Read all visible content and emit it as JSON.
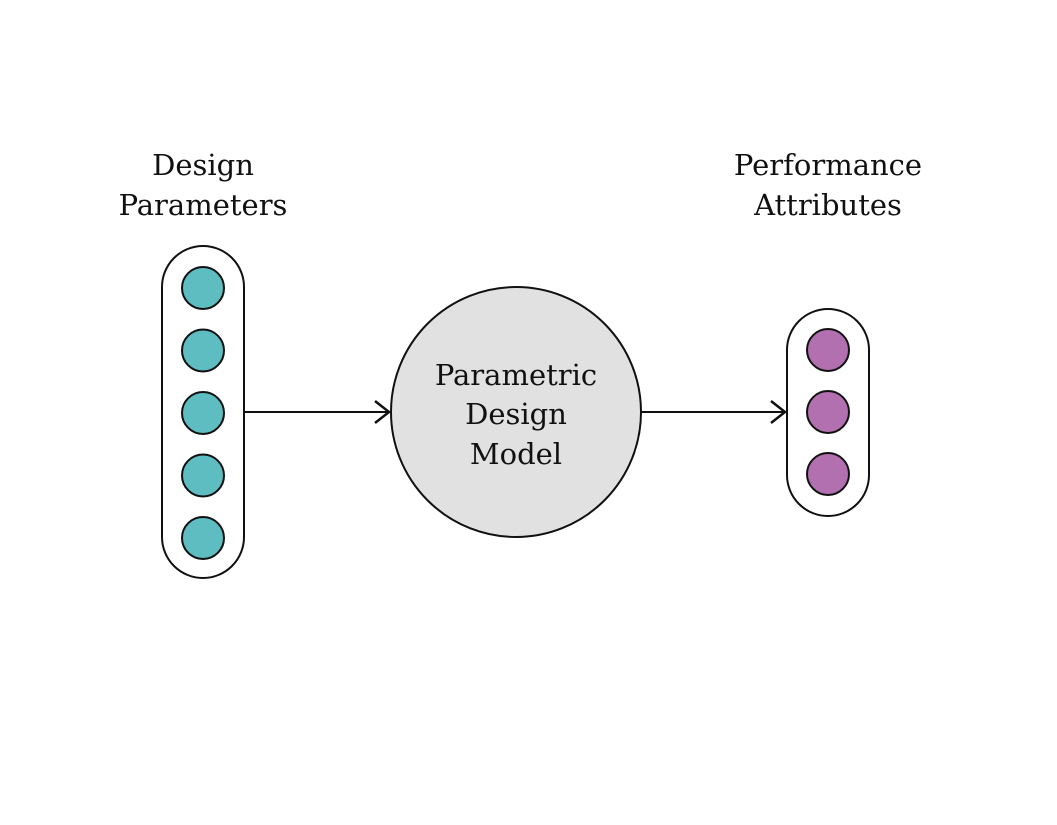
{
  "input_group": {
    "label_lines": [
      "Design",
      "Parameters"
    ],
    "node_count": 5,
    "node_color": "#5dbdc1"
  },
  "model": {
    "label_lines": [
      "Parametric",
      "Design",
      "Model"
    ],
    "fill_color": "#e0e1e0"
  },
  "output_group": {
    "label_lines": [
      "Performance",
      "Attributes"
    ],
    "node_count": 3,
    "node_color": "#b270b0"
  },
  "colors": {
    "stroke": "#111111",
    "background": "#ffffff"
  }
}
